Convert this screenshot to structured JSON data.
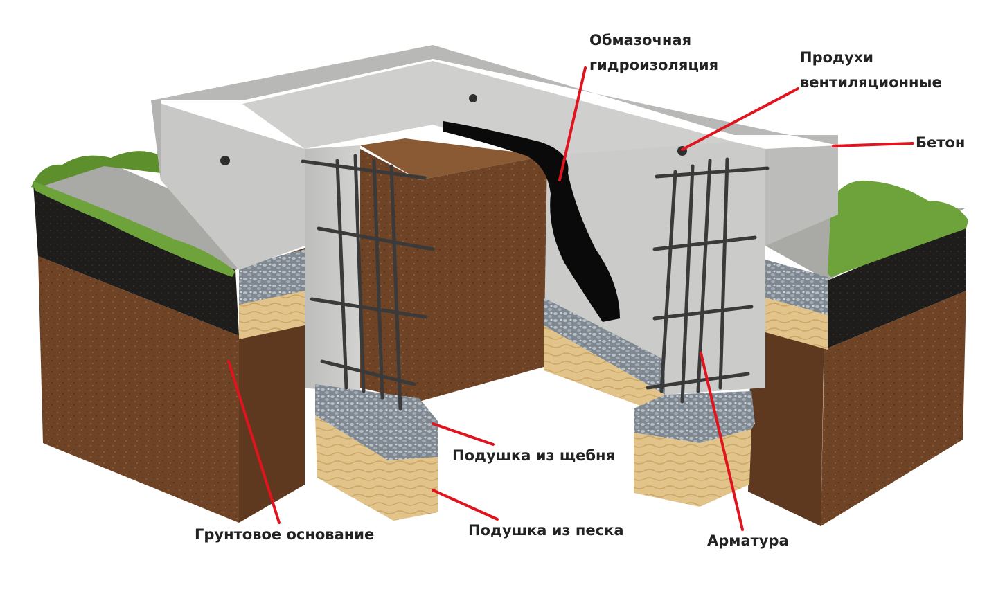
{
  "labels": {
    "waterproofing": [
      "Обмазочная",
      "гидроизоляция"
    ],
    "vents": [
      "Продухи",
      "вентиляционные"
    ],
    "concrete": "Бетон",
    "gravel_cushion": "Подушка из щебня",
    "soil_base": "Грунтовое основание",
    "sand_cushion": "Подушка из песка",
    "rebar": "Арматура"
  },
  "colors": {
    "leader": "#e0141e",
    "concrete": "#c4c4c2",
    "soil": "#6e4326",
    "topsoil": "#1e1d1b",
    "grass": "#5d8f2c",
    "sand": "#e2c48a",
    "gravel": "#8e97a0",
    "rebar": "#3a3a3a",
    "bitumen": "#0a0a0a"
  }
}
